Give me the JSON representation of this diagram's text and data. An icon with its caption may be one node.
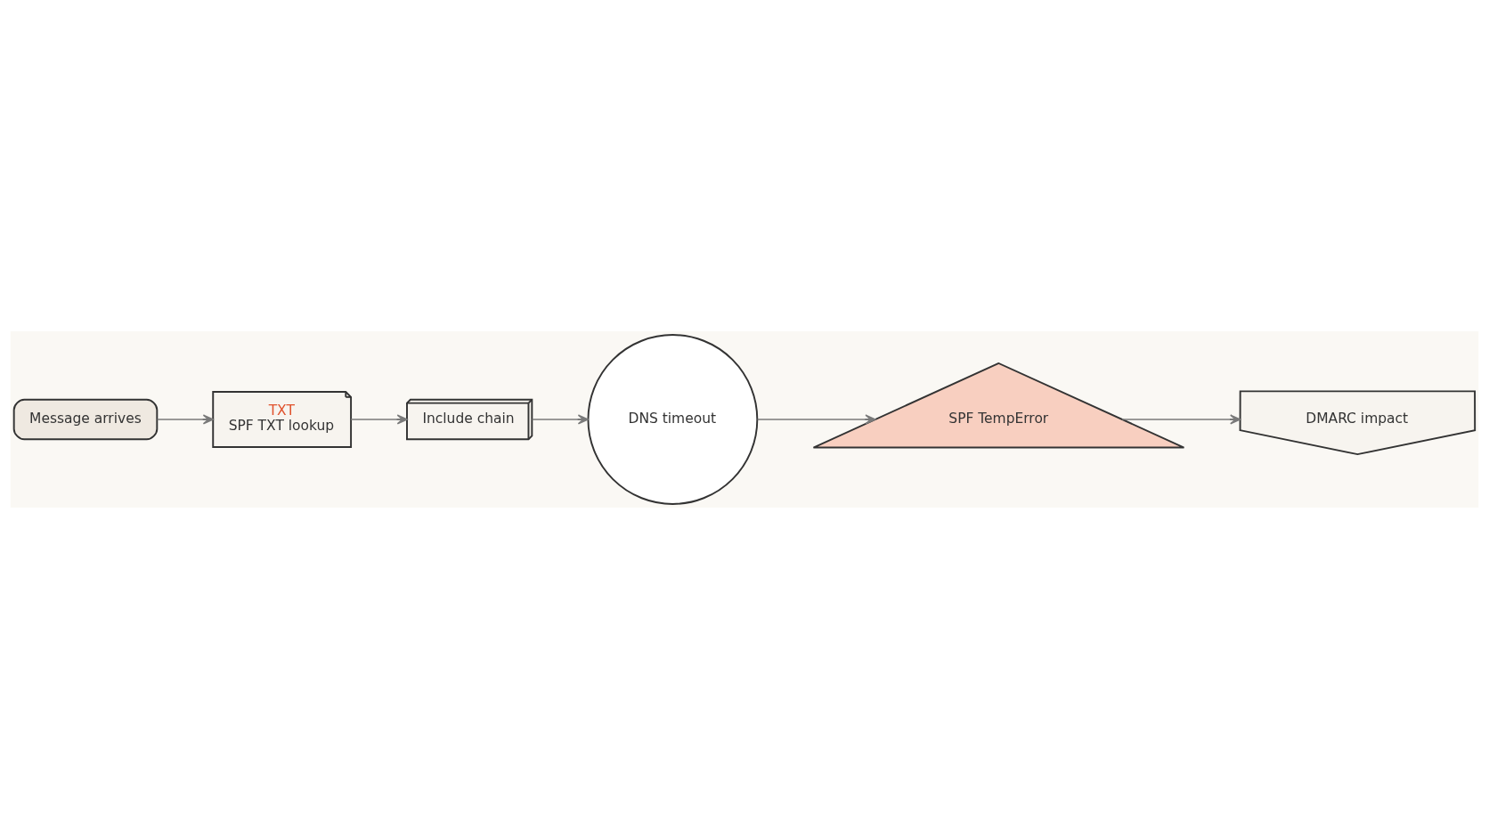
{
  "diagram": {
    "nodes": [
      {
        "text": [
          "Message arrives"
        ]
      },
      {
        "text": [
          "TXT",
          "SPF TXT lookup"
        ]
      },
      {
        "text": [
          "Include chain"
        ]
      },
      {
        "text": [
          "DNS timeout"
        ]
      },
      {
        "text": [
          "SPF TempError"
        ]
      },
      {
        "text": [
          "DMARC impact"
        ]
      }
    ],
    "edges": [
      {
        "from": 0,
        "to": 1,
        "arrow": "to"
      },
      {
        "from": 1,
        "to": 2,
        "arrow": "to"
      },
      {
        "from": 2,
        "to": 3,
        "arrow": "to"
      },
      {
        "from": 3,
        "to": 4,
        "arrow": "to"
      },
      {
        "from": 4,
        "to": 5,
        "arrow": "to"
      }
    ]
  }
}
